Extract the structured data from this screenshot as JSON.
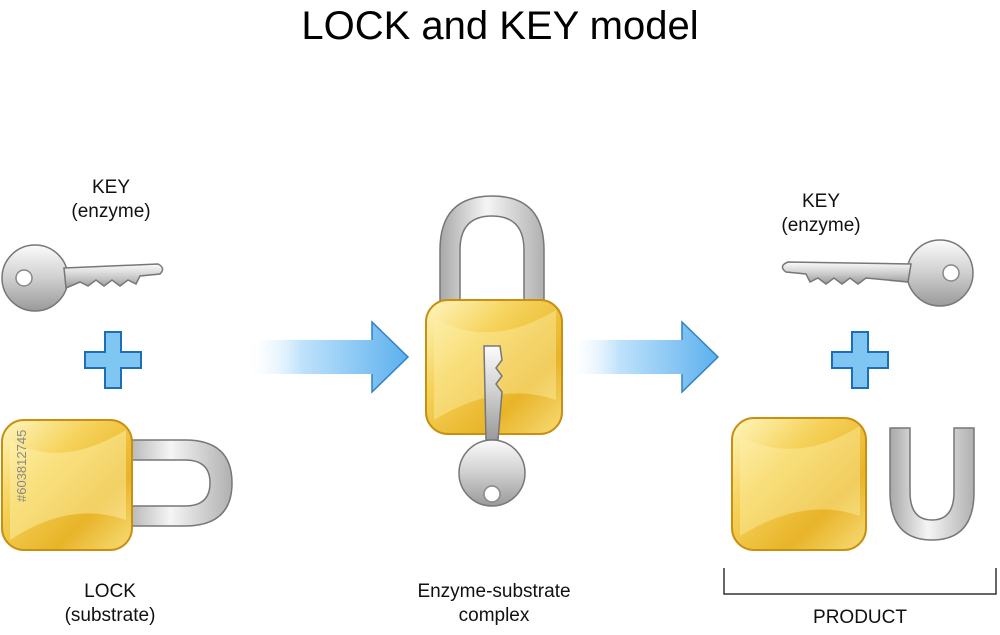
{
  "title": "LOCK and KEY model",
  "labels": {
    "key_left": [
      "KEY",
      "(enzyme)"
    ],
    "lock_left": [
      "LOCK",
      "(substrate)"
    ],
    "complex": [
      "Enzyme-substrate",
      "complex"
    ],
    "key_right": [
      "KEY",
      "(enzyme)"
    ],
    "product": "PRODUCT"
  },
  "watermark": "#603812745",
  "icons": {
    "key_left": "key-icon",
    "plus_left": "plus-icon",
    "lock_left": "padlock-icon",
    "arrow_1": "arrow-right-icon",
    "complex": "padlock-with-key-icon",
    "arrow_2": "arrow-right-icon",
    "key_right": "key-icon",
    "plus_right": "plus-icon",
    "product_body": "lock-body-icon",
    "product_shackle": "shackle-icon"
  },
  "colors": {
    "gold_light": "#fff2a8",
    "gold": "#f2c94c",
    "gold_dark": "#c98f10",
    "silver_light": "#f7f7f7",
    "silver": "#c9c9c9",
    "silver_dark": "#8a8a8a",
    "plus_fill": "#7fc6f2",
    "plus_stroke": "#1c6fb5",
    "arrow": "#6db8ef"
  }
}
